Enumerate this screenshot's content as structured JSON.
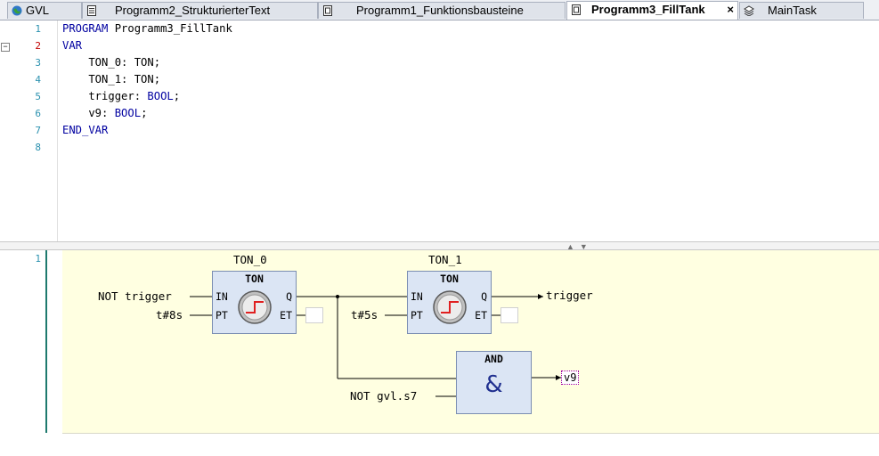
{
  "tabs": [
    {
      "label": "GVL",
      "icon": "globe-icon"
    },
    {
      "label": "Programm2_StrukturierterText",
      "icon": "document-icon"
    },
    {
      "label": "Programm1_Funktionsbausteine",
      "icon": "program-icon"
    },
    {
      "label": "Programm3_FillTank",
      "icon": "program-icon",
      "active": true,
      "close": "×"
    },
    {
      "label": "MainTask",
      "icon": "task-icon"
    }
  ],
  "code": {
    "line_numbers": [
      "1",
      "2",
      "3",
      "4",
      "5",
      "6",
      "7",
      "8"
    ],
    "lines": [
      {
        "kw": "PROGRAM",
        "rest": " Programm3_FillTank"
      },
      {
        "kw": "VAR",
        "rest": ""
      },
      {
        "kw": "",
        "rest": "    TON_0: TON;"
      },
      {
        "kw": "",
        "rest": "    TON_1: TON;"
      },
      {
        "kw": "",
        "rest": "    trigger: ",
        "kw2": "BOOL",
        "rest2": ";"
      },
      {
        "kw": "",
        "rest": "    v9: ",
        "kw2": "BOOL",
        "rest2": ";"
      },
      {
        "kw": "END_VAR",
        "rest": ""
      },
      {
        "kw": "",
        "rest": ""
      }
    ]
  },
  "fbd": {
    "network_number": "1",
    "ton0": {
      "instance": "TON_0",
      "type": "TON",
      "in_pin": "IN",
      "pt_pin": "PT",
      "q_pin": "Q",
      "et_pin": "ET",
      "in_input": "NOT trigger",
      "pt_input": "t#8s"
    },
    "ton1": {
      "instance": "TON_1",
      "type": "TON",
      "in_pin": "IN",
      "pt_pin": "PT",
      "q_pin": "Q",
      "et_pin": "ET",
      "pt_input": "t#5s",
      "q_output": "trigger"
    },
    "and_block": {
      "type": "AND",
      "symbol": "&",
      "input2": "NOT gvl.s7",
      "output": "v9"
    }
  }
}
